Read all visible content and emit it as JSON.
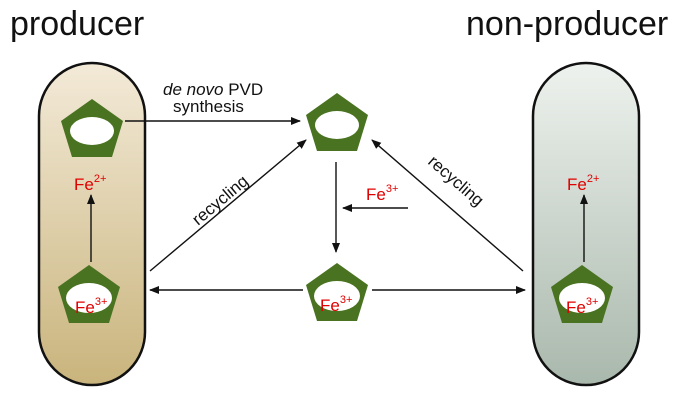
{
  "titles": {
    "left": "producer",
    "right": "non-producer"
  },
  "labels": {
    "synthesis_italic": "de novo",
    "synthesis_rest": " PVD",
    "synthesis_line2": "synthesis",
    "recycling_left": "recycling",
    "recycling_right": "recycling"
  },
  "ions": {
    "fe2_base": "Fe",
    "fe2_charge": "2+",
    "fe3_base": "Fe",
    "fe3_charge": "3+"
  },
  "colors": {
    "pentagon": "#497321",
    "ion_text": "#e00000",
    "producer_fill_top": "#f3ead8",
    "producer_fill_bottom": "#c9b47c",
    "nonproducer_fill_top": "#eef2ee",
    "nonproducer_fill_bottom": "#a9b8ac"
  },
  "icons": {
    "siderophore": "pentagon-icon"
  }
}
